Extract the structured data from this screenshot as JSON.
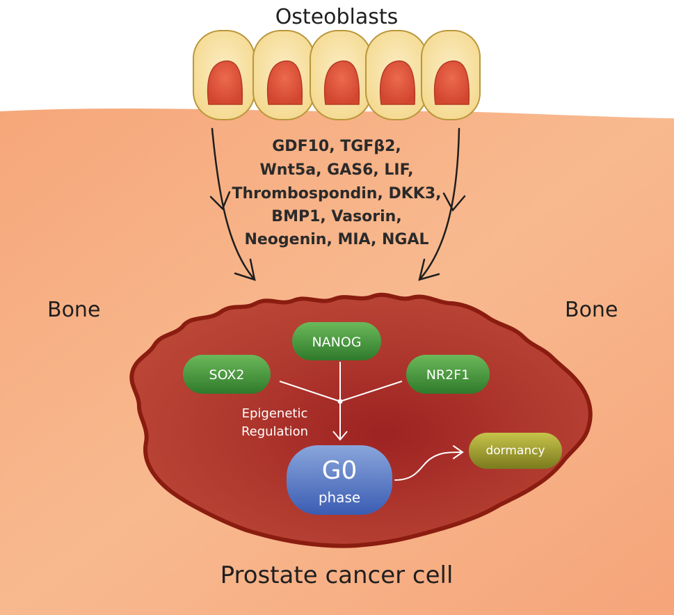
{
  "diagram": {
    "title_top": "Osteoblasts",
    "factors": [
      "GDF10, TGFβ2,",
      "Wnt5a, GAS6, LIF,",
      "Thrombospondin, DKK3,",
      "BMP1, Vasorin,",
      "Neogenin, MIA, NGAL"
    ],
    "bone_left": "Bone",
    "bone_right": "Bone",
    "nodes": {
      "nanog": "NANOG",
      "sox2": "SOX2",
      "nr2f1": "NR2F1",
      "g0_main": "G0",
      "g0_sub": "phase",
      "dormancy": "dormancy"
    },
    "epigenetic": [
      "Epigenetic",
      "Regulation"
    ],
    "caption": "Prostate cancer cell"
  },
  "colors": {
    "bone": "#f7b486",
    "cell_fill": "#b33a30",
    "cell_border": "#8e1d12",
    "osteoblast_fill": "#f8e3a6",
    "osteoblast_nucleus": "#e5573d",
    "pill_green": "#3d8a35",
    "g0_blue": "#5575c4",
    "dormancy_olive": "#9b9a2e"
  }
}
